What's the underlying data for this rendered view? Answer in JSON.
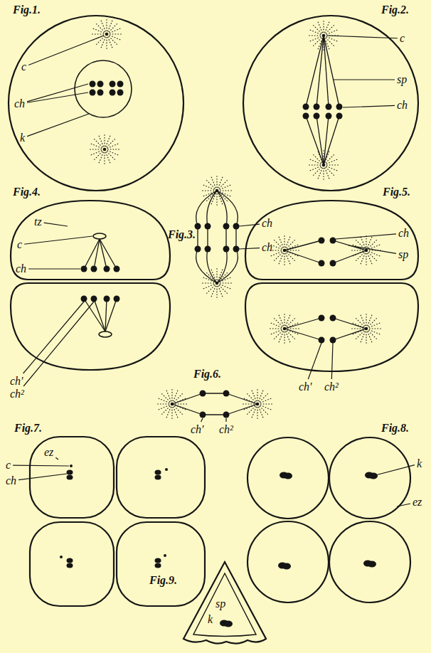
{
  "diagram": {
    "labels": [
      "Fig.1.",
      "c",
      "ch",
      "k",
      "Fig.2.",
      "c",
      "sp",
      "ch",
      "Fig.3.",
      "ch",
      "ch",
      "Fig.4.",
      "tz",
      "c",
      "ch",
      "ch'",
      "ch²",
      "Fig.5.",
      "ch",
      "sp",
      "ch'",
      "ch²",
      "Fig.6.",
      "ch'",
      "ch²",
      "Fig.7.",
      "ez",
      "c",
      "ch",
      "Fig.8.",
      "k",
      "ez",
      "Fig.9.",
      "sp",
      "k"
    ]
  }
}
